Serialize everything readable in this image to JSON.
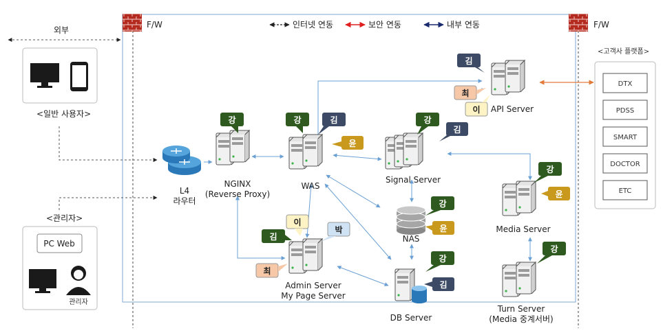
{
  "legend": {
    "internet": "인터넷 연동",
    "security": "보안 연동",
    "internal": "내부 연동"
  },
  "firewall": {
    "left": "F/W",
    "right": "F/W"
  },
  "external": {
    "label": "외부",
    "general_users": "<일반 사용자>"
  },
  "admin": {
    "title": "<관리자>",
    "pc_web": "PC Web",
    "admin_person": "관리자"
  },
  "l4": {
    "line1": "L4",
    "line2": "라우터"
  },
  "nginx": {
    "line1": "NGINX",
    "line2": "(Reverse Proxy)"
  },
  "was": {
    "label": "WAS"
  },
  "signal": {
    "label": "Signal Server"
  },
  "api": {
    "label": "API Server"
  },
  "nas": {
    "label": "NAS"
  },
  "admin_server": {
    "line1": "Admin Server",
    "line2": "My Page Server"
  },
  "db": {
    "label": "DB Server"
  },
  "media": {
    "label": "Media Server"
  },
  "turn": {
    "line1": "Turn Server",
    "line2": "(Media 중계서버)"
  },
  "platform": {
    "title": "<고객사 플랫폼>",
    "items": [
      "DTX",
      "PDSS",
      "SMART",
      "DOCTOR",
      "ETC"
    ]
  },
  "tags": {
    "kang": "강",
    "kim": "김",
    "yoon": "윤",
    "choi": "최",
    "lee": "이",
    "park": "박"
  },
  "colors": {
    "green": "#2e5a1f",
    "navy": "#3c4a66",
    "gold": "#c9991e",
    "peach": "#f6c8a8",
    "cream": "#fdf3c4",
    "lightblue": "#cfe3f4",
    "security": "#e02020",
    "internal": "#1a2a6e",
    "arrow": "#6aa0d4",
    "orange": "#e07a3a"
  }
}
